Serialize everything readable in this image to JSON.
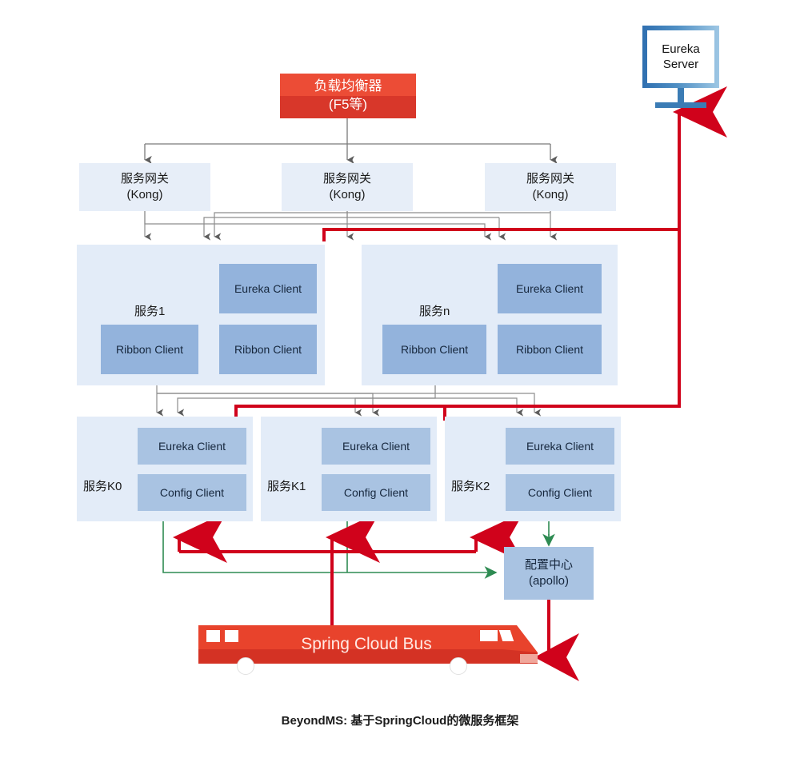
{
  "diagram": {
    "caption": "BeyondMS: 基于SpringCloud的微服务框架",
    "colors": {
      "red": "#d0021b",
      "red_light": "#ec4c36",
      "red_dark": "#d8372a",
      "green": "#2e8b52",
      "grey_line": "#7a7a7a",
      "box_light": "#e3ecf8",
      "box_gateway": "#e7eef8",
      "chip_blue": "#93b3dc",
      "chip_blue_light": "#a9c3e2",
      "monitor_blue_dark": "#2f6fb0",
      "monitor_blue_light": "#9ec7e4"
    },
    "load_balancer": {
      "label": "负载均衡器\n(F5等)"
    },
    "eureka_server": {
      "label": "Eureka\nServer"
    },
    "gateways": [
      {
        "label": "服务网关\n(Kong)"
      },
      {
        "label": "服务网关\n(Kong)"
      },
      {
        "label": "服务网关\n(Kong)"
      }
    ],
    "services": [
      {
        "title": "服务1",
        "chips": [
          {
            "label": "Eureka Client"
          },
          {
            "label": "Ribbon Client"
          },
          {
            "label": "Ribbon Client"
          }
        ]
      },
      {
        "title": "服务n",
        "chips": [
          {
            "label": "Eureka Client"
          },
          {
            "label": "Ribbon Client"
          },
          {
            "label": "Ribbon Client"
          }
        ]
      }
    ],
    "k_services": [
      {
        "title": "服务K0",
        "chips": [
          {
            "label": "Eureka Client"
          },
          {
            "label": "Config Client"
          }
        ]
      },
      {
        "title": "服务K1",
        "chips": [
          {
            "label": "Eureka Client"
          },
          {
            "label": "Config Client"
          }
        ]
      },
      {
        "title": "服务K2",
        "chips": [
          {
            "label": "Eureka Client"
          },
          {
            "label": "Config Client"
          }
        ]
      }
    ],
    "config_center": {
      "label": "配置中心\n(apollo)"
    },
    "bus": {
      "label": "Spring Cloud Bus"
    }
  }
}
